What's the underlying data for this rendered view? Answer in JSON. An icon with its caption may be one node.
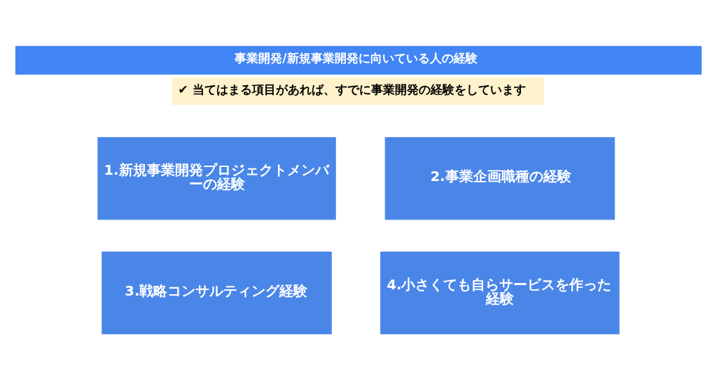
{
  "diagram": {
    "title": "事業開発/新規事業開発に向いている人の経験",
    "nodes": [
      {
        "text": [
          "1.新規事業開発プロジェクトメンバーの経験"
        ]
      },
      {
        "text": [
          "2.事業企画職種の経験"
        ]
      },
      {
        "text": [
          "3.戦略コンサルティング経験"
        ]
      },
      {
        "text": [
          "4.小さくても自らサービスを作った経験"
        ]
      }
    ],
    "edges": [],
    "labels": [
      "✔ 当てはまる項目があれば、すでに事業開発の経験をしています"
    ]
  }
}
